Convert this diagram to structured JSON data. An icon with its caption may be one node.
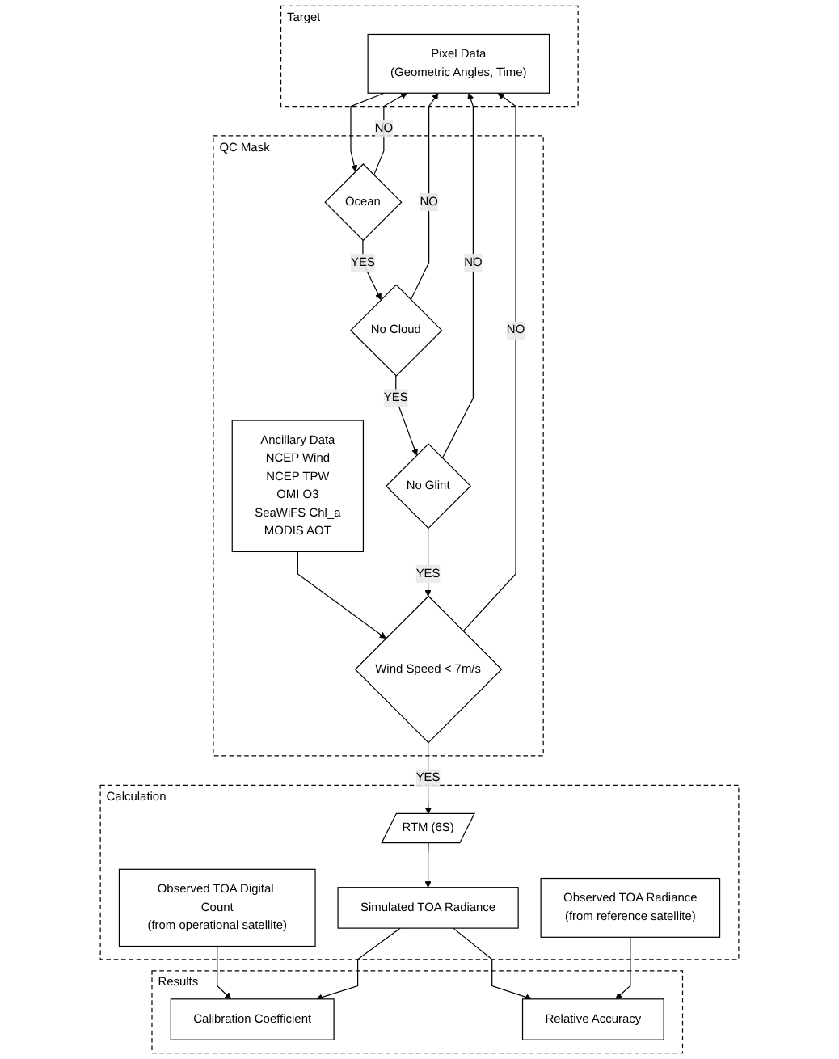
{
  "diagram": {
    "nodes": [
      {
        "text": [
          "Target"
        ]
      },
      {
        "text": [
          "Pixel Data",
          "(Geometric Angles, Time)"
        ],
        "in": 0
      },
      {
        "text": [
          "QC Mask"
        ]
      },
      {
        "text": [
          "Ocean"
        ],
        "in": 2
      },
      {
        "text": [
          "No Cloud"
        ],
        "in": 2
      },
      {
        "text": [
          "Ancillary Data",
          "NCEP Wind",
          "NCEP TPW",
          "OMI O3",
          "SeaWiFS Chl_a",
          "MODIS AOT"
        ],
        "in": 2
      },
      {
        "text": [
          "No Glint"
        ],
        "in": 2
      },
      {
        "text": [
          "Wind Speed < 7m/s"
        ],
        "in": 2
      },
      {
        "text": [
          "Calculation"
        ]
      },
      {
        "text": [
          "RTM (6S)"
        ],
        "in": 8
      },
      {
        "text": [
          "Observed TOA Digital Count",
          "(from operational satellite)"
        ],
        "in": 8
      },
      {
        "text": [
          "Simulated TOA Radiance"
        ],
        "in": 8
      },
      {
        "text": [
          "Observed TOA Radiance",
          "(from reference satellite)"
        ],
        "in": 8
      },
      {
        "text": [
          "Results"
        ]
      },
      {
        "text": [
          "Calibration Coefficient"
        ],
        "in": 13
      },
      {
        "text": [
          "Relative Accuracy"
        ],
        "in": 13
      }
    ],
    "edges": [
      {
        "from": 1,
        "to": 3,
        "arrow": "to"
      },
      {
        "from": 3,
        "to": 4,
        "arrow": "to",
        "label": "YES"
      },
      {
        "from": 3,
        "to": 1,
        "arrow": "to",
        "label": "NO"
      },
      {
        "from": 4,
        "to": 6,
        "arrow": "to",
        "label": "YES"
      },
      {
        "from": 4,
        "to": 1,
        "arrow": "to",
        "label": "NO"
      },
      {
        "from": 5,
        "to": 7,
        "arrow": "to"
      },
      {
        "from": 6,
        "to": 7,
        "arrow": "to",
        "label": "YES"
      },
      {
        "from": 6,
        "to": 1,
        "arrow": "to",
        "label": "NO"
      },
      {
        "from": 7,
        "to": 1,
        "arrow": "to",
        "label": "NO"
      },
      {
        "from": 7,
        "to": 9,
        "arrow": "to",
        "label": "YES"
      },
      {
        "from": 9,
        "to": 11,
        "arrow": "to"
      },
      {
        "from": 10,
        "to": 14,
        "arrow": "to"
      },
      {
        "from": 11,
        "to": 14,
        "arrow": "to"
      },
      {
        "from": 11,
        "to": 15,
        "arrow": "to"
      },
      {
        "from": 12,
        "to": 15,
        "arrow": "to"
      }
    ]
  }
}
